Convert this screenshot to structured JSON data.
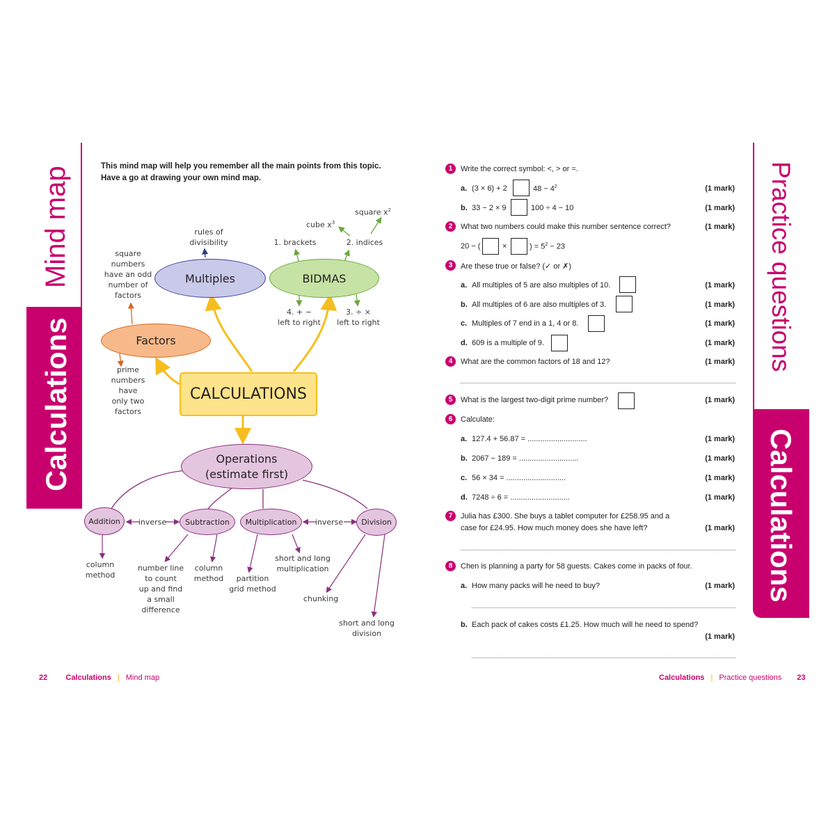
{
  "left_page": {
    "tab_title": "Mind map",
    "tab_section": "Calculations",
    "intro_line1": "This mind map will help you remember all the main points from this topic.",
    "intro_line2": "Have a go at drawing your own mind map.",
    "nodes": {
      "center": "CALCULATIONS",
      "multiples": "Multiples",
      "bidmas": "BIDMAS",
      "factors": "Factors",
      "operations_line1": "Operations",
      "operations_line2": "(estimate first)",
      "addition": "Addition",
      "subtraction": "Subtraction",
      "multiplication": "Multiplication",
      "division": "Division"
    },
    "notes": {
      "square_numbers": [
        "square",
        "numbers",
        "have an odd",
        "number of",
        "factors"
      ],
      "rules_of_divisibility": [
        "rules of",
        "divisibility"
      ],
      "cube": "cube x",
      "cube_sup": "3",
      "square": "square x",
      "square_sup": "2",
      "brackets": "1. brackets",
      "indices": "2. indices",
      "add_sub": [
        "4. + −",
        "left to right"
      ],
      "div_mul": [
        "3. ÷ ×",
        "left to right"
      ],
      "prime_numbers": [
        "prime",
        "numbers",
        "have",
        "only two",
        "factors"
      ],
      "inverse1": "inverse",
      "inverse2": "inverse",
      "column_method1": [
        "column",
        "method"
      ],
      "number_line": [
        "number line",
        "to count",
        "up and find",
        "a small",
        "difference"
      ],
      "column_method2": [
        "column",
        "method"
      ],
      "partition": [
        "partition",
        "grid method"
      ],
      "short_long_mult": [
        "short and long",
        "multiplication"
      ],
      "chunking": "chunking",
      "short_long_div": [
        "short and long",
        "division"
      ]
    },
    "footer": {
      "page": "22",
      "section": "Calculations",
      "separator": "|",
      "subsection": "Mind map"
    }
  },
  "right_page": {
    "tab_title": "Practice questions",
    "tab_section": "Calculations",
    "questions": {
      "q1": {
        "num": "1",
        "text": "Write the correct symbol: <, > or =.",
        "a_label": "a.",
        "a_left": "(3 × 6) + 2",
        "a_right": "48 − 4",
        "a_right_sup": "2",
        "a_mark": "(1 mark)",
        "b_label": "b.",
        "b_left": "33 − 2 × 9",
        "b_right": "100 ÷ 4 − 10",
        "b_mark": "(1 mark)"
      },
      "q2": {
        "num": "2",
        "text": "What two numbers could make this number sentence correct?",
        "mark": "(1 mark)",
        "eq_start": "20 − (",
        "eq_times": "×",
        "eq_end": ") = 5",
        "eq_sup": "2",
        "eq_tail": " − 23"
      },
      "q3": {
        "num": "3",
        "text": "Are these true or false? (✓ or ✗)",
        "a_label": "a.",
        "a": "All multiples of 5 are also multiples of 10.",
        "a_mark": "(1 mark)",
        "b_label": "b.",
        "b": "All multiples of 6 are also multiples of 3.",
        "b_mark": "(1 mark)",
        "c_label": "c.",
        "c": "Multiples of 7 end in a 1, 4 or 8.",
        "c_mark": "(1 mark)",
        "d_label": "d.",
        "d": "609 is a multiple of 9.",
        "d_mark": "(1 mark)"
      },
      "q4": {
        "num": "4",
        "text": "What are the common factors of 18 and 12?",
        "mark": "(1 mark)"
      },
      "q5": {
        "num": "5",
        "text": "What is the largest two-digit prime number?",
        "mark": "(1 mark)"
      },
      "q6": {
        "num": "6",
        "text": "Calculate:",
        "a_label": "a.",
        "a": "127.4 + 56.87 = ............................",
        "a_mark": "(1 mark)",
        "b_label": "b.",
        "b": "2067 − 189 = ............................",
        "b_mark": "(1 mark)",
        "c_label": "c.",
        "c": "56 × 34 = ............................",
        "c_mark": "(1 mark)",
        "d_label": "d.",
        "d": "7248 ÷ 6 = ............................",
        "d_mark": "(1 mark)"
      },
      "q7": {
        "num": "7",
        "line1": "Julia has £300. She buys a tablet computer for £258.95 and a",
        "line2": "case for £24.95. How much money does she have left?",
        "mark": "(1 mark)"
      },
      "q8": {
        "num": "8",
        "text": "Chen is planning a party for 58 guests. Cakes come in packs of four.",
        "a_label": "a.",
        "a": "How many packs will he need to buy?",
        "a_mark": "(1 mark)",
        "b_label": "b.",
        "b": "Each pack of cakes costs £1.25. How much will he need to spend?",
        "b_mark": "(1 mark)"
      }
    },
    "footer": {
      "section": "Calculations",
      "separator": "|",
      "subsection": "Practice questions",
      "page": "23"
    }
  },
  "colors": {
    "accent": "#c8006e",
    "center_fill": "#fde389",
    "multiples_fill": "#c9c9ea",
    "bidmas_fill": "#c6e2a4",
    "factors_fill": "#f7b98a",
    "operations_fill": "#e4c5df",
    "yellow_arrow": "#f5be1e",
    "purple_line": "#8b2f7e",
    "green_arrow": "#6aa83a"
  }
}
